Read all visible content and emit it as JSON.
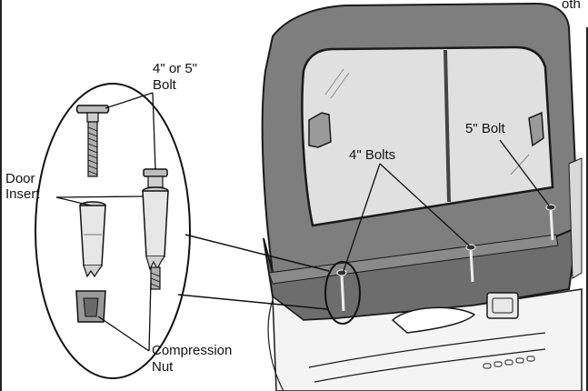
{
  "labels": {
    "bolt_size_line1": "4\" or 5\"",
    "bolt_size_line2": "Bolt",
    "door_insert_line1": "Door",
    "door_insert_line2": "Insert",
    "compression_nut_line1": "Compression",
    "compression_nut_line2": "Nut",
    "four_inch_bolts": "4\" Bolts",
    "five_inch_bolt": "5\" Bolt",
    "top_right_partial": "oth"
  }
}
